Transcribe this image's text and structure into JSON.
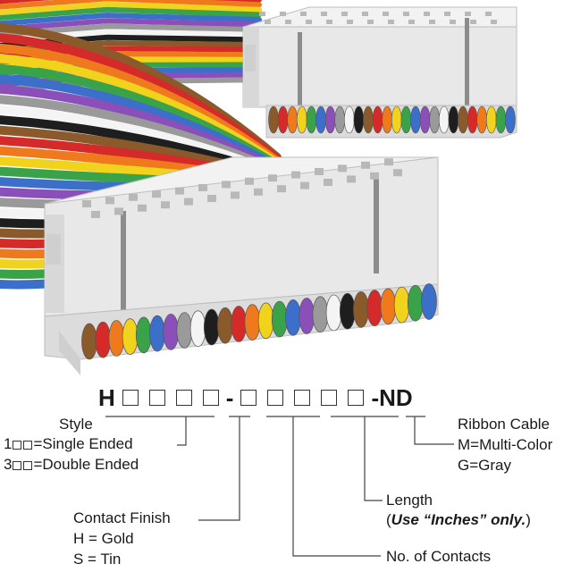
{
  "part_number": {
    "prefix": "H",
    "separator": "-",
    "suffix": "-ND"
  },
  "style": {
    "title": "Style",
    "single_prefix": "1",
    "single_text": "=Single Ended",
    "double_prefix": "3",
    "double_text": "=Double Ended"
  },
  "contact_finish": {
    "title": "Contact Finish",
    "gold": "H = Gold",
    "tin": "S = Tin"
  },
  "contacts": {
    "title": "No. of Contacts"
  },
  "length": {
    "title": "Length",
    "note_open": "(",
    "note_emphasis": "Use “Inches” only.",
    "note_close": ")"
  },
  "ribbon_cable": {
    "title": "Ribbon Cable",
    "multi": "M=Multi-Color",
    "gray": "G=Gray"
  },
  "colors": {
    "wire_sequence": [
      "#8a5a2b",
      "#d42a2a",
      "#ef7a1e",
      "#f1d21c",
      "#3aa34a",
      "#3b6fc9",
      "#8a4fb8",
      "#9a9a9a",
      "#f4f4f4",
      "#1e1e1e"
    ],
    "connector_body": "#e6e6e6",
    "connector_shade": "#c9c9c9",
    "leader_line": "#444444"
  }
}
